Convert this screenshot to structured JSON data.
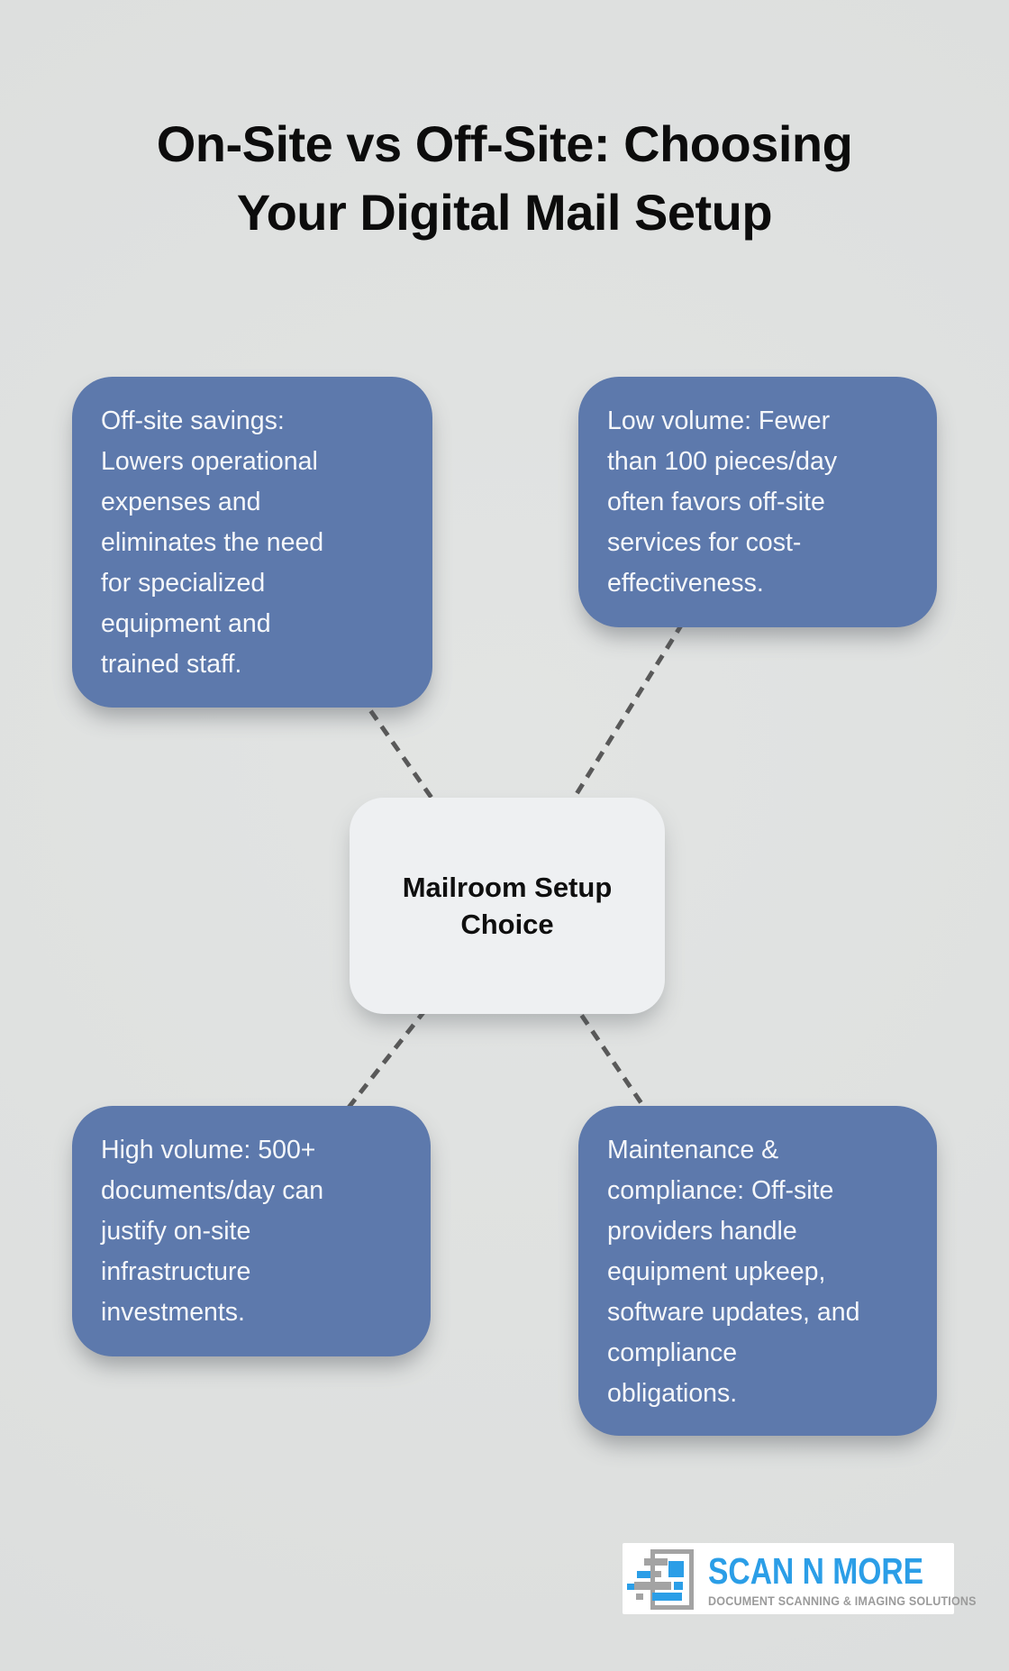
{
  "title": "On-Site vs Off-Site: Choosing\nYour Digital Mail Setup",
  "diagram": {
    "center": {
      "label": "Mailroom Setup\nChoice"
    },
    "nodes": [
      {
        "position": "top-left",
        "text": "Off-site savings:\nLowers operational\nexpenses and\neliminates the need\nfor specialized\nequipment and\ntrained staff."
      },
      {
        "position": "top-right",
        "text": "Low volume: Fewer\nthan 100 pieces/day\noften favors off-site\nservices for cost-\neffectiveness."
      },
      {
        "position": "bottom-left",
        "text": "High volume: 500+\ndocuments/day can\njustify on-site\ninfrastructure\ninvestments."
      },
      {
        "position": "bottom-right",
        "text": "Maintenance &\ncompliance: Off-site\nproviders handle\nequipment upkeep,\nsoftware updates, and\ncompliance\nobligations."
      }
    ]
  },
  "logo": {
    "name": "SCAN N MORE",
    "tagline": "DOCUMENT SCANNING & IMAGING SOLUTIONS",
    "icon": "document-scan-icon"
  },
  "colors": {
    "background": "#dfe1e0",
    "node_fill": "#5d79ac",
    "node_text": "#f5f7fa",
    "center_fill": "#eef0f2",
    "center_text": "#0f0f0f",
    "title_text": "#0c0c0c",
    "connector": "#595959",
    "logo_blue": "#2b9ee7",
    "logo_gray": "#9b9b9b",
    "logo_panel": "#ffffff"
  }
}
